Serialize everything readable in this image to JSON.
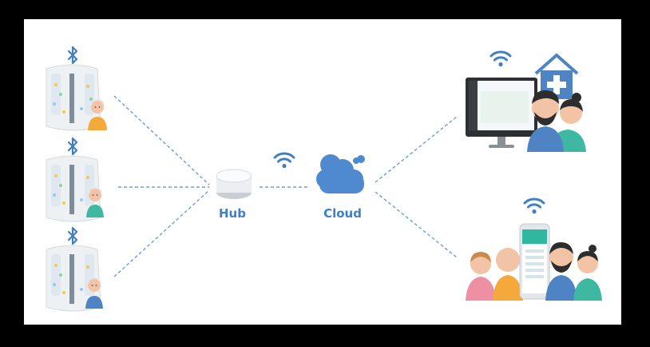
{
  "labels": {
    "hub": "Hub",
    "cloud": "Cloud"
  },
  "colors": {
    "accent_blue": "#3f7fc4",
    "connector_blue": "#6a9fd6",
    "cloud_fill": "#4f8ad0",
    "background": "#ffffff",
    "frame": "#000000",
    "diaper": "#eef1f4",
    "monitor_screen": "#f4f8fb",
    "app_accent": "#2fb7a0"
  },
  "nodes": [
    {
      "id": "diaper-1",
      "icon": "bluetooth-icon"
    },
    {
      "id": "diaper-2",
      "icon": "bluetooth-icon"
    },
    {
      "id": "diaper-3",
      "icon": "bluetooth-icon"
    },
    {
      "id": "hub",
      "icon": "wifi-icon"
    },
    {
      "id": "cloud",
      "icon": "cloud-icon"
    },
    {
      "id": "desktop-monitor",
      "icon": "wifi-icon"
    },
    {
      "id": "smartphone",
      "icon": "wifi-icon"
    }
  ]
}
